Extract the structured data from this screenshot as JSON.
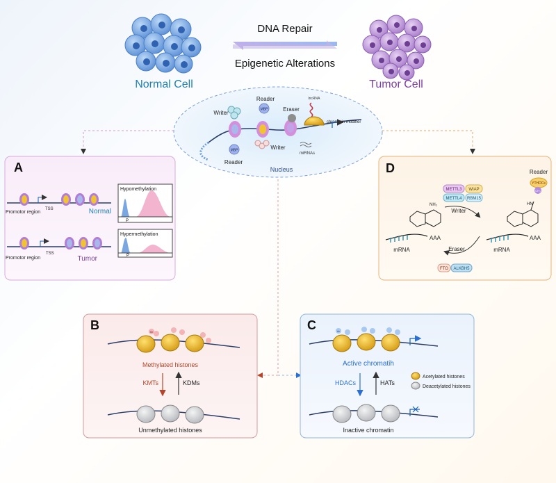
{
  "header": {
    "top_label": "DNA Repair",
    "bottom_label": "Epigenetic Alterations",
    "normal_cell": "Normal Cell",
    "tumor_cell": "Tumor Cell"
  },
  "nucleus": {
    "label": "Nucleus",
    "writer_left": "Writer",
    "reader_top": "Reader",
    "mbp_top": "MBP",
    "eraser": "Eraser",
    "lncrna": "lncRNA",
    "chromatin_modifier": "chromatin modifier",
    "writer_bottom": "Writer",
    "mbp_bottom": "MBP",
    "reader_bottom": "Reader",
    "mirnas": "miRNAs"
  },
  "panel_a": {
    "letter": "A",
    "promoter_1": "Promotor region",
    "promoter_2": "Promotor region",
    "tss_1": "TSS",
    "tss_2": "TSS",
    "normal": "Normal",
    "tumor": "Tumor",
    "hypo": "Hypomethylation",
    "hyper": "Hypermethylation",
    "p1": "P",
    "p2": "P"
  },
  "panel_b": {
    "letter": "B",
    "methylated": "Methylated histones",
    "kmts": "KMTs",
    "kdms": "KDMs",
    "unmethylated": "Unmethylated histones",
    "me": "Me"
  },
  "panel_c": {
    "letter": "C",
    "active": "Active chromatih",
    "hdacs": "HDACs",
    "hats": "HATs",
    "inactive": "Inactive chromatin",
    "acetylated": "Acetylated histones",
    "deacetylated": "Deacetylated histones",
    "ac": "Ac"
  },
  "panel_d": {
    "letter": "D",
    "reader": "Reader",
    "ythdc": "YTHDCs",
    "mettl3": "METTL3",
    "wiap": "WIAP",
    "mettl4": "METTL4",
    "rbm15": "RBM15",
    "writer": "Writer",
    "eraser": "Eraser",
    "fto": "FTO",
    "alkbh5": "ALKBH5",
    "mrna_1": "mRNA",
    "mrna_2": "mRNA",
    "aaa_1": "AAA",
    "aaa_2": "AAA",
    "nh2": "NH₂",
    "hn": "HN",
    "ch3": "CH₃"
  },
  "colors": {
    "normal_blue": "#1f7fb4",
    "tumor_purple": "#7b3fa0",
    "panel_a_border": "#d9a9dd",
    "panel_b_border": "#d59a9a",
    "panel_c_border": "#8fb6de",
    "panel_d_border": "#e6b57a",
    "kmt_red": "#b5452a",
    "hdac_blue": "#2a6fd1"
  }
}
